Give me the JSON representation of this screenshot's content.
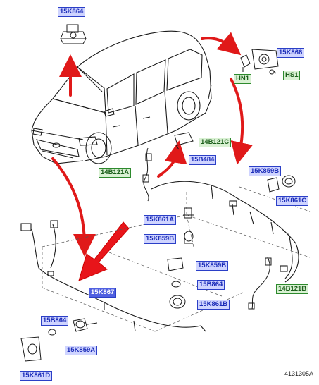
{
  "labels": {
    "l_15K864": "15K864",
    "l_15K866": "15K866",
    "l_HN1": "HN1",
    "l_HS1": "HS1",
    "l_14B121C": "14B121C",
    "l_14B121A": "14B121A",
    "l_15B484": "15B484",
    "l_15K859B_r": "15K859B",
    "l_15K861C": "15K861C",
    "l_15K861A": "15K861A",
    "l_15K859B_m": "15K859B",
    "l_15K859B_c": "15K859B",
    "l_15B864_c": "15B864",
    "l_15K861B": "15K861B",
    "l_14B121B": "14B121B",
    "l_15K867": "15K867",
    "l_15B864_l": "15B864",
    "l_15K859A": "15K859A",
    "l_15K861D": "15K861D"
  },
  "doc_number": "4131305A",
  "colors": {
    "callout_border": "#2b3fc7",
    "callout_fill": "#cfd4ff",
    "green_border": "#2d8a2d",
    "green_fill": "#d9f1d3",
    "arrow": "#e01919"
  }
}
